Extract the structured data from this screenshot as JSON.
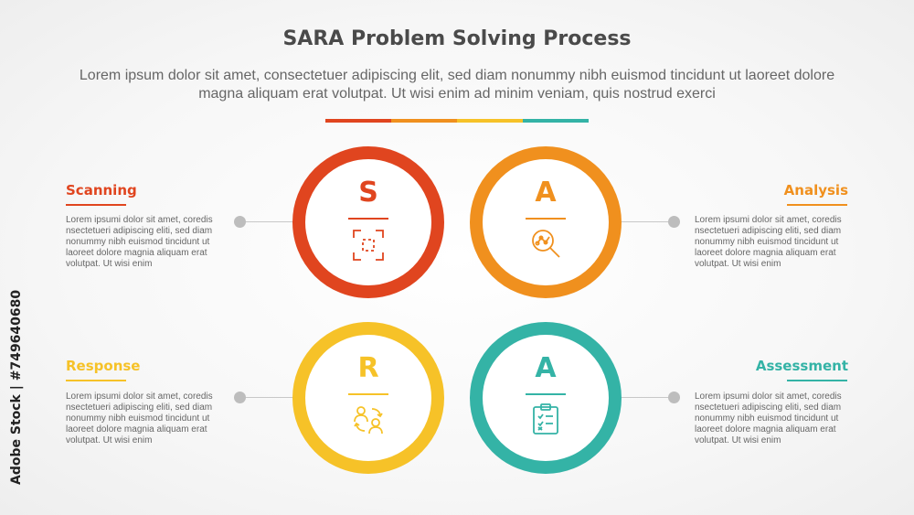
{
  "title": "SARA Problem Solving Process",
  "subtitle": "Lorem ipsum dolor sit amet, consectetuer adipiscing elit, sed diam nonummy nibh euismod tincidunt ut laoreet dolore magna aliquam erat volutpat. Ut wisi enim ad minim veniam, quis nostrud exerci",
  "colors": {
    "red": "#e0451f",
    "orange": "#f0901e",
    "yellow": "#f6c228",
    "teal": "#34b3a6"
  },
  "steps": [
    {
      "letter": "S",
      "heading": "Scanning",
      "icon": "scan-icon",
      "text": "Lorem ipsumi dolor sit amet, coredis nsectetueri adipiscing eliti, sed diam nonummy nibh euismod tincidunt ut laoreet dolore magnia aliquam erat volutpat. Ut wisi enim"
    },
    {
      "letter": "A",
      "heading": "Analysis",
      "icon": "analysis-magnifier-icon",
      "text": "Lorem ipsumi dolor sit amet, coredis nsectetueri adipiscing eliti, sed diam nonummy nibh euismod tincidunt ut laoreet dolore magnia aliquam erat volutpat. Ut wisi enim"
    },
    {
      "letter": "R",
      "heading": "Response",
      "icon": "people-exchange-icon",
      "text": "Lorem ipsumi dolor sit amet, coredis nsectetueri adipiscing eliti, sed diam nonummy nibh euismod tincidunt ut laoreet dolore magnia aliquam erat volutpat. Ut wisi enim"
    },
    {
      "letter": "A",
      "heading": "Assessment",
      "icon": "clipboard-checklist-icon",
      "text": "Lorem ipsumi dolor sit amet, coredis nsectetueri adipiscing eliti, sed diam nonummy nibh euismod tincidunt ut laoreet dolore magnia aliquam erat volutpat. Ut wisi enim"
    }
  ],
  "watermark": "Adobe Stock | #749640680"
}
